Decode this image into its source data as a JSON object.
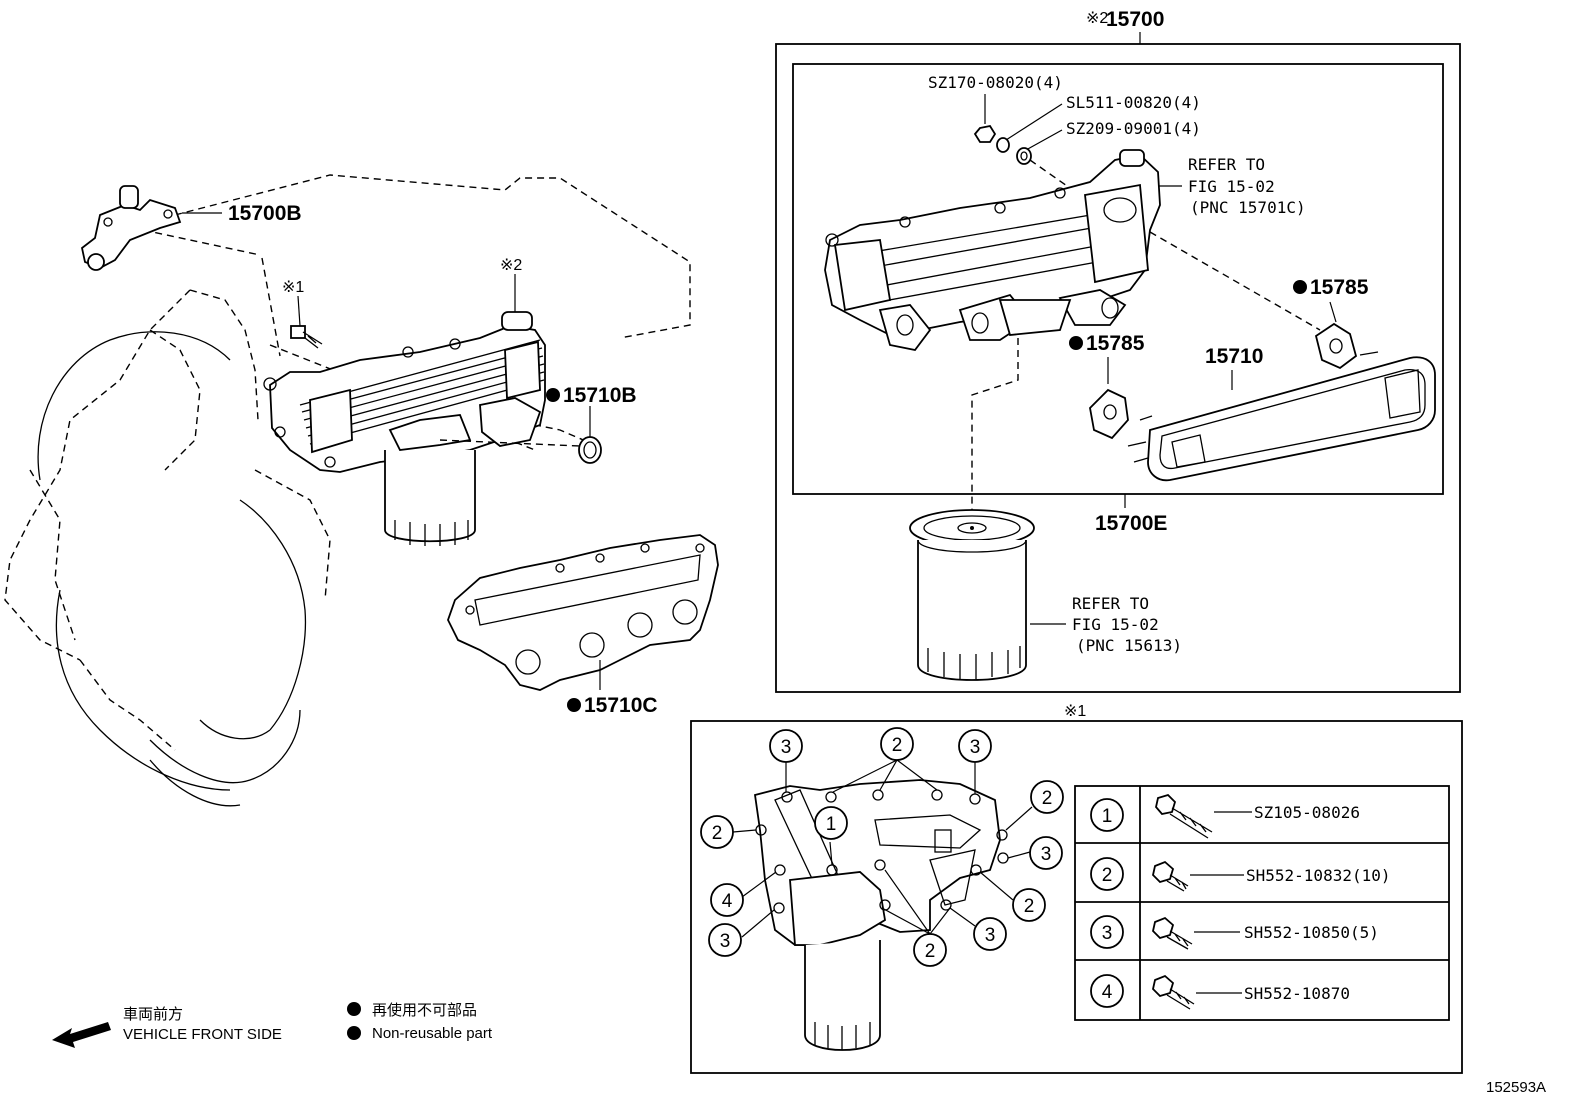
{
  "labels": {
    "pnc_15700": "15700",
    "pnc_15700_mark": "※2",
    "pnc_15700B": "15700B",
    "pnc_15700E": "15700E",
    "pnc_15710": "15710",
    "pnc_15710B": "15710B",
    "pnc_15710C": "15710C",
    "pnc_15785_a": "15785",
    "pnc_15785_b": "15785",
    "mark_1": "※1",
    "mark_2": "※2",
    "mark_1_inset": "※1",
    "sz170": "SZ170-08020(4)",
    "sl511": "SL511-00820(4)",
    "sz209": "SZ209-09001(4)",
    "refer1_line1": "REFER TO",
    "refer1_line2": "FIG 15-02",
    "refer1_line3": "(PNC 15701C)",
    "refer2_line1": "REFER TO",
    "refer2_line2": "FIG 15-02",
    "refer2_line3": "(PNC 15613)",
    "figure_id": "152593A"
  },
  "legend": {
    "front_jp": "車両前方",
    "front_en": "VEHICLE FRONT SIDE",
    "nonreuse_jp": "再使用不可部品",
    "nonreuse_en": "Non-reusable part"
  },
  "bolt_table": [
    {
      "index": "1",
      "part": "SZ105-08026"
    },
    {
      "index": "2",
      "part": "SH552-10832(10)"
    },
    {
      "index": "3",
      "part": "SH552-10850(5)"
    },
    {
      "index": "4",
      "part": "SH552-10870"
    }
  ],
  "inset_callouts": {
    "c1": "3",
    "c2": "2",
    "c3": "3",
    "c4": "2",
    "c5": "1",
    "c6": "2",
    "c7": "3",
    "c8": "4",
    "c9": "3",
    "c10": "2",
    "c11": "2",
    "c12": "3"
  },
  "colors": {
    "line": "#000000",
    "background": "#ffffff"
  },
  "icons": {
    "front_arrow": "left-arrow-icon",
    "nonreuse_dot": "filled-circle-icon"
  }
}
